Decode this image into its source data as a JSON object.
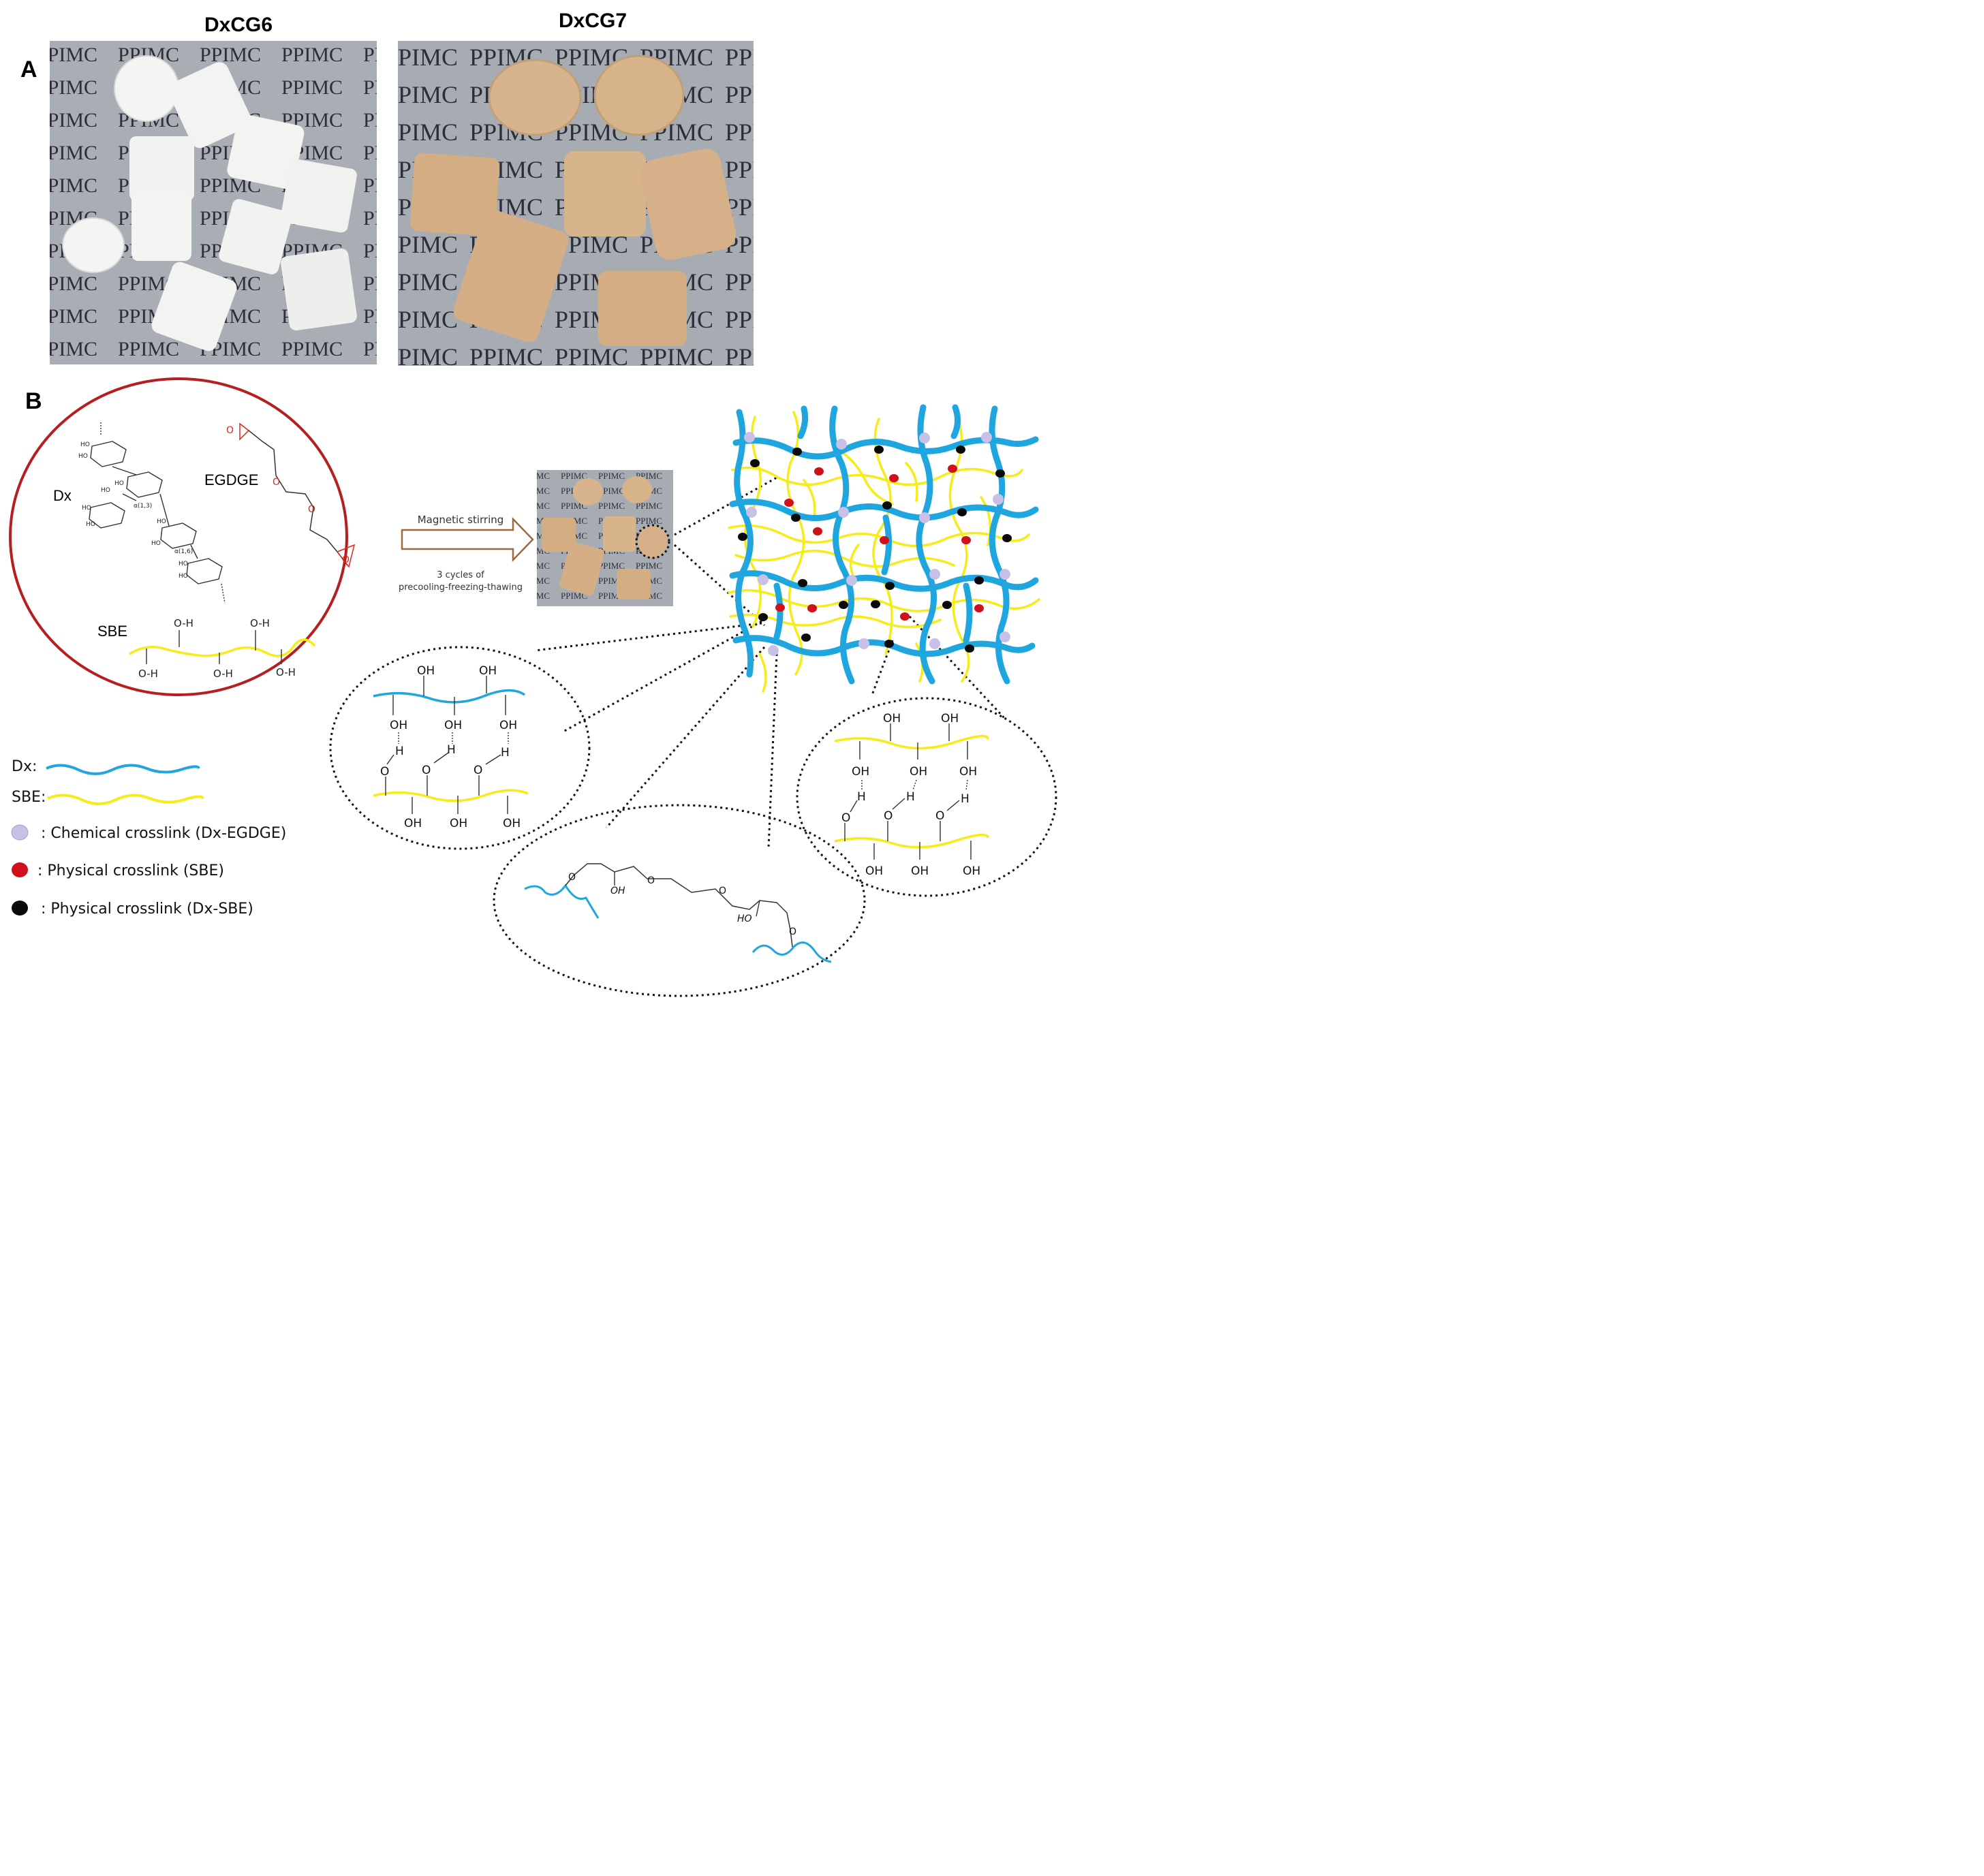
{
  "panel_a": {
    "label": "A",
    "photos": [
      {
        "title": "DxCG6",
        "bg_text": "PPIMC",
        "sample_color": "#f5f5f3"
      },
      {
        "title": "DxCG7",
        "bg_text": "PPIMC",
        "sample_color": "#d9b48c"
      }
    ]
  },
  "panel_b": {
    "label": "B",
    "molecules": {
      "dx": {
        "name": "Dx",
        "link_1": "α(1,3)",
        "link_2": "α(1,6)",
        "oh": "HO"
      },
      "egdge": {
        "name": "EGDGE",
        "atom": "O"
      },
      "sbe": {
        "name": "SBE",
        "oh": "O-H"
      }
    },
    "process": {
      "top": "Magnetic stirring",
      "bottom_1": "3 cycles of",
      "bottom_2": "precooling-freezing-thawing",
      "thumb_text": "PPIMC"
    },
    "zoom": {
      "oh": "OH",
      "h": "H",
      "o": "O",
      "ring_oh": "OH",
      "ring_ho": "HO"
    },
    "legend": [
      {
        "key": "dx_label",
        "text": "Dx:",
        "color": "#1fa6df"
      },
      {
        "key": "sbe_label",
        "text": "SBE:",
        "color": "#f5ec1a"
      },
      {
        "key": "chemical",
        "text": ": Chemical crosslink (Dx-EGDGE)",
        "color": "#c8c0e6"
      },
      {
        "key": "physical_sbe",
        "text": ": Physical crosslink (SBE)",
        "color": "#d0101a"
      },
      {
        "key": "physical_dxsbe",
        "text": ": Physical crosslink (Dx-SBE)",
        "color": "#0a0a0a"
      }
    ]
  },
  "colors": {
    "dx": "#1fa6df",
    "sbe": "#f5ec1a",
    "ring": "#b61f1f",
    "arrow": "#9b6a40",
    "egdge_o": "#e0261c",
    "photo_bg": "#a8adb3"
  }
}
